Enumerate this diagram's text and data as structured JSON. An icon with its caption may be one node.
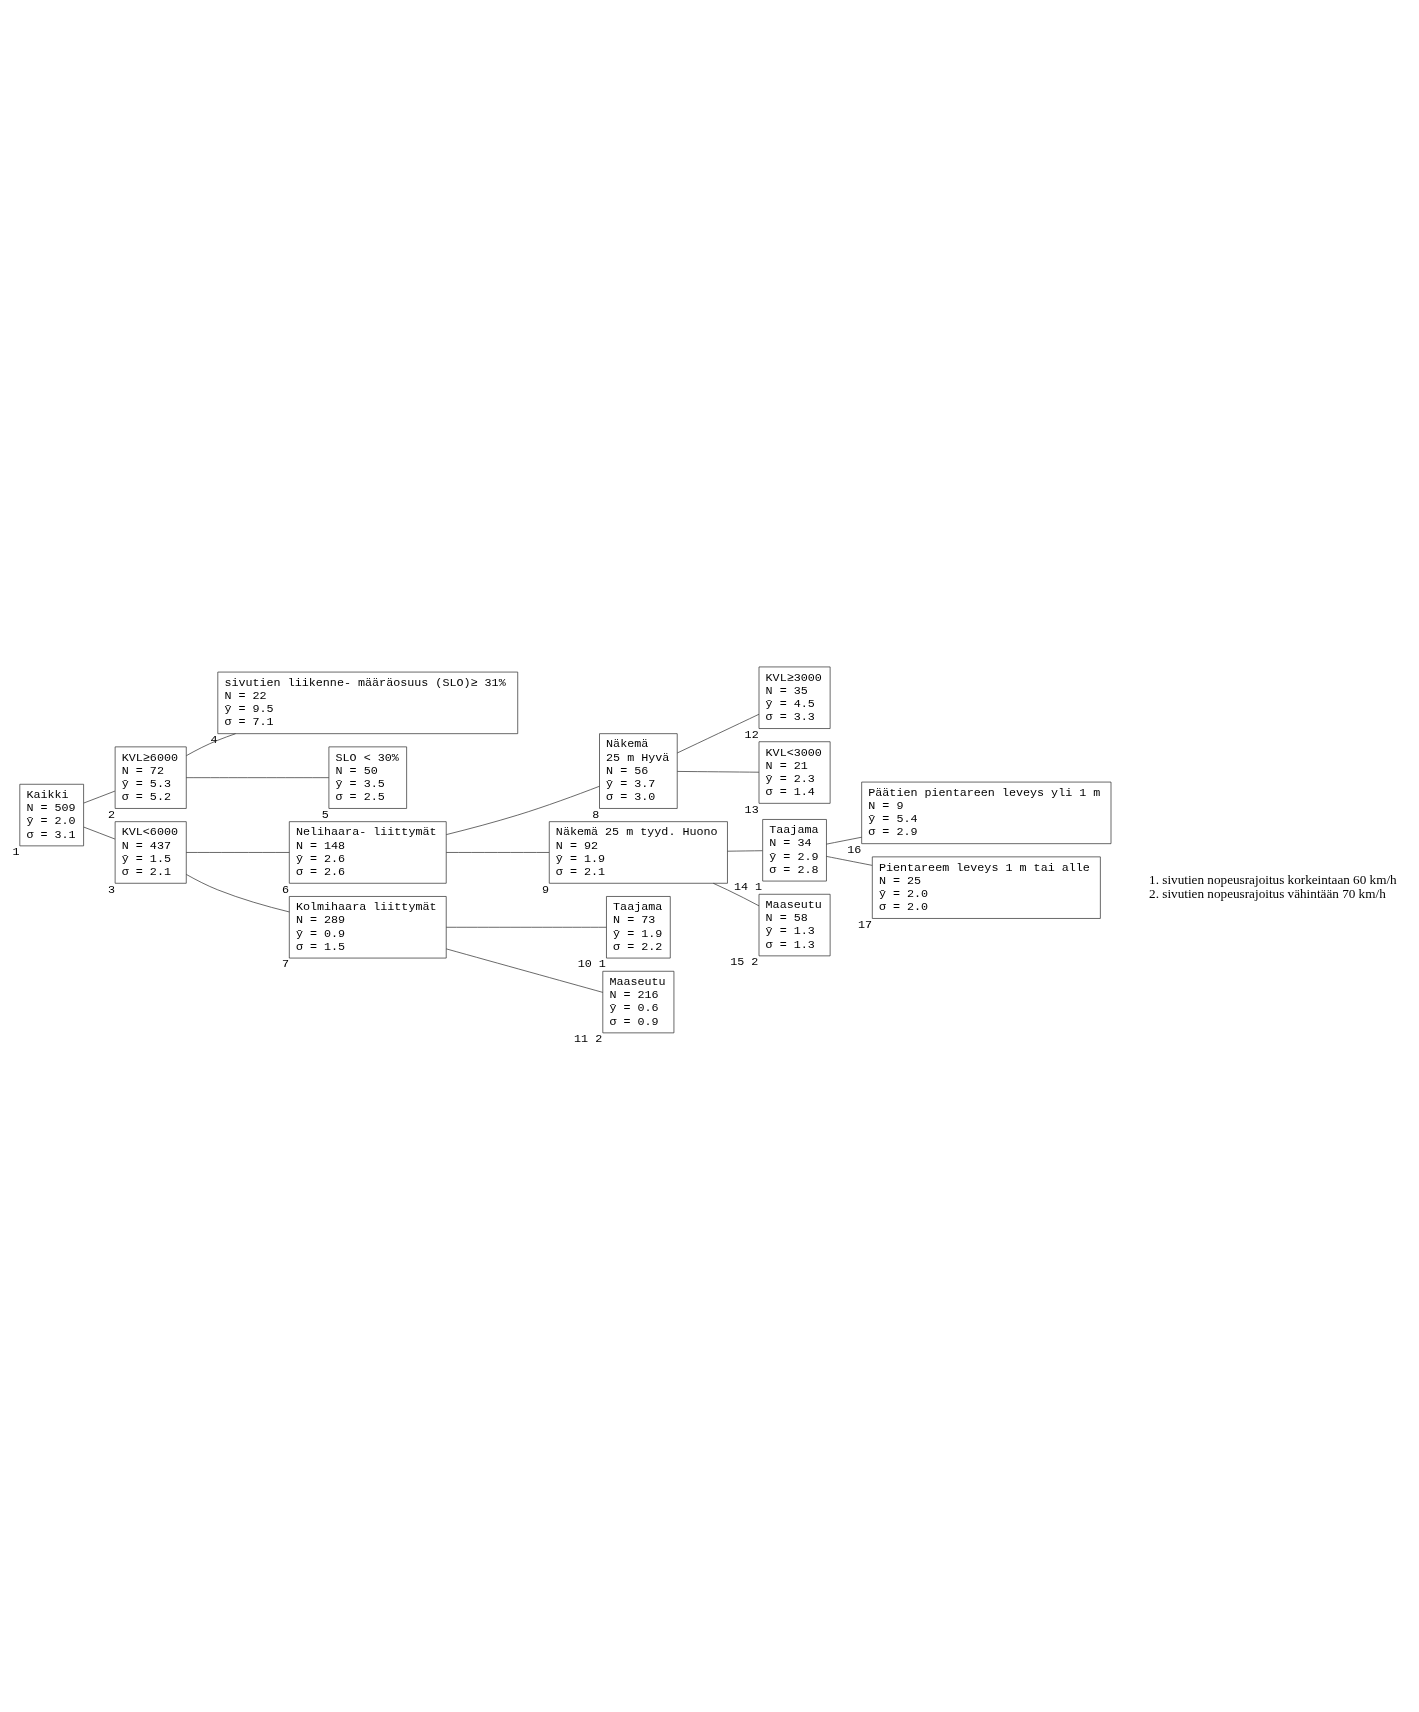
{
  "diagram": {
    "nodes": [
      {
        "text": [
          "Kaikki",
          "N = 509",
          "ȳ = 2.0",
          "σ = 3.1"
        ],
        "beside": [
          "1"
        ]
      },
      {
        "text": [
          "KVL≥6000",
          "N = 72",
          "ȳ = 5.3",
          "σ = 5.2"
        ],
        "beside": [
          "2"
        ]
      },
      {
        "text": [
          "KVL<6000",
          "N = 437",
          "ȳ = 1.5",
          "σ = 2.1"
        ],
        "beside": [
          "3"
        ]
      },
      {
        "text": [
          "sivutien liikenne- määräosuus (SLO)≥ 31%",
          "N = 22",
          "ȳ = 9.5",
          "σ = 7.1"
        ],
        "beside": [
          "4"
        ]
      },
      {
        "text": [
          "SLO < 30%",
          "N = 50",
          "ȳ = 3.5",
          "σ = 2.5"
        ],
        "beside": [
          "5"
        ]
      },
      {
        "text": [
          "Nelihaara- liittymät",
          "N = 148",
          "ȳ = 2.6",
          "σ = 2.6"
        ],
        "beside": [
          "6"
        ]
      },
      {
        "text": [
          "Kolmihaara liittymät",
          "N = 289",
          "ȳ = 0.9",
          "σ = 1.5"
        ],
        "beside": [
          "7"
        ]
      },
      {
        "text": [
          "Näkemä",
          "25 m Hyvä",
          "N = 56",
          "ȳ = 3.7",
          "σ = 3.0"
        ],
        "beside": [
          "8"
        ]
      },
      {
        "text": [
          "Näkemä 25 m tyyd. Huono",
          "N = 92",
          "ȳ = 1.9",
          "σ = 2.1"
        ],
        "beside": [
          "9"
        ]
      },
      {
        "text": [
          "Taajama",
          "N = 73",
          "ȳ = 1.9",
          "σ = 2.2"
        ],
        "beside": [
          "10",
          "1"
        ]
      },
      {
        "text": [
          "Maaseutu",
          "N = 216",
          "ȳ = 0.6",
          "σ = 0.9"
        ],
        "beside": [
          "11",
          "2"
        ]
      },
      {
        "text": [
          "KVL≥3000",
          "N = 35",
          "ȳ = 4.5",
          "σ = 3.3"
        ],
        "beside": [
          "12"
        ]
      },
      {
        "text": [
          "KVL<3000",
          "N = 21",
          "ȳ = 2.3",
          "σ = 1.4"
        ],
        "beside": [
          "13"
        ]
      },
      {
        "text": [
          "Taajama",
          "N = 34",
          "ȳ = 2.9",
          "σ = 2.8"
        ],
        "beside": [
          "14",
          "1"
        ]
      },
      {
        "text": [
          "Maaseutu",
          "N = 58",
          "ȳ = 1.3",
          "σ = 1.3"
        ],
        "beside": [
          "15",
          "2"
        ]
      },
      {
        "text": [
          "Päätien pientareen leveys yli 1 m",
          "N = 9",
          "ȳ = 5.4",
          "σ = 2.9"
        ],
        "beside": [
          "16"
        ]
      },
      {
        "text": [
          "Pientareem leveys 1 m tai alle",
          "N = 25",
          "ȳ = 2.0",
          "σ = 2.0"
        ],
        "beside": [
          "17"
        ]
      }
    ],
    "edges": [
      {
        "from": 0,
        "to": 1,
        "arrow": "none"
      },
      {
        "from": 0,
        "to": 2,
        "arrow": "none"
      },
      {
        "from": 1,
        "to": 3,
        "arrow": "none"
      },
      {
        "from": 1,
        "to": 4,
        "arrow": "none"
      },
      {
        "from": 2,
        "to": 5,
        "arrow": "none"
      },
      {
        "from": 2,
        "to": 6,
        "arrow": "none"
      },
      {
        "from": 5,
        "to": 7,
        "arrow": "none"
      },
      {
        "from": 5,
        "to": 8,
        "arrow": "none"
      },
      {
        "from": 6,
        "to": 9,
        "arrow": "none"
      },
      {
        "from": 6,
        "to": 10,
        "arrow": "none"
      },
      {
        "from": 7,
        "to": 11,
        "arrow": "none"
      },
      {
        "from": 7,
        "to": 12,
        "arrow": "none"
      },
      {
        "from": 8,
        "to": 13,
        "arrow": "none"
      },
      {
        "from": 8,
        "to": 14,
        "arrow": "none"
      },
      {
        "from": 13,
        "to": 15,
        "arrow": "none"
      },
      {
        "from": 13,
        "to": 16,
        "arrow": "none"
      }
    ],
    "labels": [
      "1. sivutien nopeusrajoitus korkeintaan 60 km/h",
      "2. sivutien nopeusrajoitus vähintään 70 km/h"
    ]
  }
}
